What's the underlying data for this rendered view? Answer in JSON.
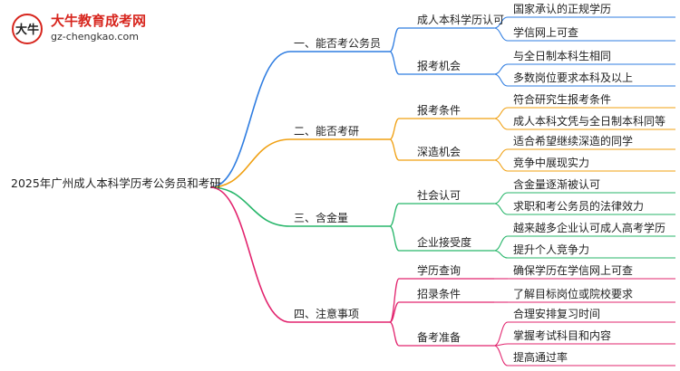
{
  "logo": {
    "title": "大牛教育成考网",
    "url": "gz-chengkao.com",
    "mark": "大牛"
  },
  "colors": {
    "blue": "#2f7de1",
    "orange": "#f0a012",
    "green": "#27b66a",
    "pink": "#e2246e"
  },
  "mindmap": {
    "root": "2025年广州成人本科学历考公务员和考研",
    "branches": [
      {
        "label": "一、能否考公务员",
        "color": "blue",
        "children": [
          {
            "label": "成人本科学历认可",
            "children": [
              "国家承认的正规学历",
              "学信网上可查"
            ]
          },
          {
            "label": "报考机会",
            "children": [
              "与全日制本科生相同",
              "多数岗位要求本科及以上"
            ]
          }
        ]
      },
      {
        "label": "二、能否考研",
        "color": "orange",
        "children": [
          {
            "label": "报考条件",
            "children": [
              "符合研究生报考条件",
              "成人本科文凭与全日制本科同等"
            ]
          },
          {
            "label": "深造机会",
            "children": [
              "适合希望继续深造的同学",
              "竞争中展现实力"
            ]
          }
        ]
      },
      {
        "label": "三、含金量",
        "color": "green",
        "children": [
          {
            "label": "社会认可",
            "children": [
              "含金量逐渐被认可",
              "求职和考公务员的法律效力"
            ]
          },
          {
            "label": "企业接受度",
            "children": [
              "越来越多企业认可成人高考学历",
              "提升个人竞争力"
            ]
          }
        ]
      },
      {
        "label": "四、注意事项",
        "color": "pink",
        "children": [
          {
            "label": "学历查询",
            "children": [
              "确保学历在学信网上可查"
            ]
          },
          {
            "label": "招录条件",
            "children": [
              "了解目标岗位或院校要求"
            ]
          },
          {
            "label": "备考准备",
            "children": [
              "合理安排复习时间",
              "掌握考试科目和内容",
              "提高通过率"
            ]
          }
        ]
      }
    ]
  }
}
